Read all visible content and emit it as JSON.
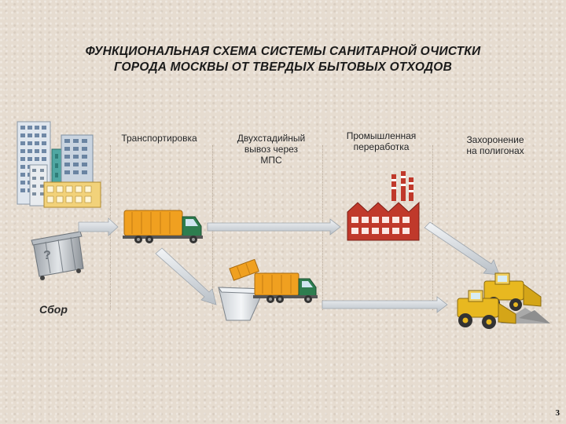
{
  "title": {
    "line1": "ФУНКЦИОНАЛЬНАЯ СХЕМА СИСТЕМЫ САНИТАРНОЙ ОЧИСТКИ",
    "line2": "ГОРОДА МОСКВЫ ОТ ТВЕРДЫХ БЫТОВЫХ ОТХОДОВ"
  },
  "stages": {
    "transport": "Транспортировка",
    "two_stage": [
      "Двухстадийный",
      "вывоз через",
      "МПС"
    ],
    "processing": [
      "Промышленная",
      "переработка"
    ],
    "landfill": [
      "Захоронение",
      "на полигонах"
    ],
    "collection": "Сбор"
  },
  "page_number": "3",
  "colors": {
    "truck_body": "#f0a020",
    "truck_cab": "#2e7d4f",
    "factory": "#c0392b",
    "bulldozer": "#e8b820",
    "arrow": "#d8dde2"
  }
}
